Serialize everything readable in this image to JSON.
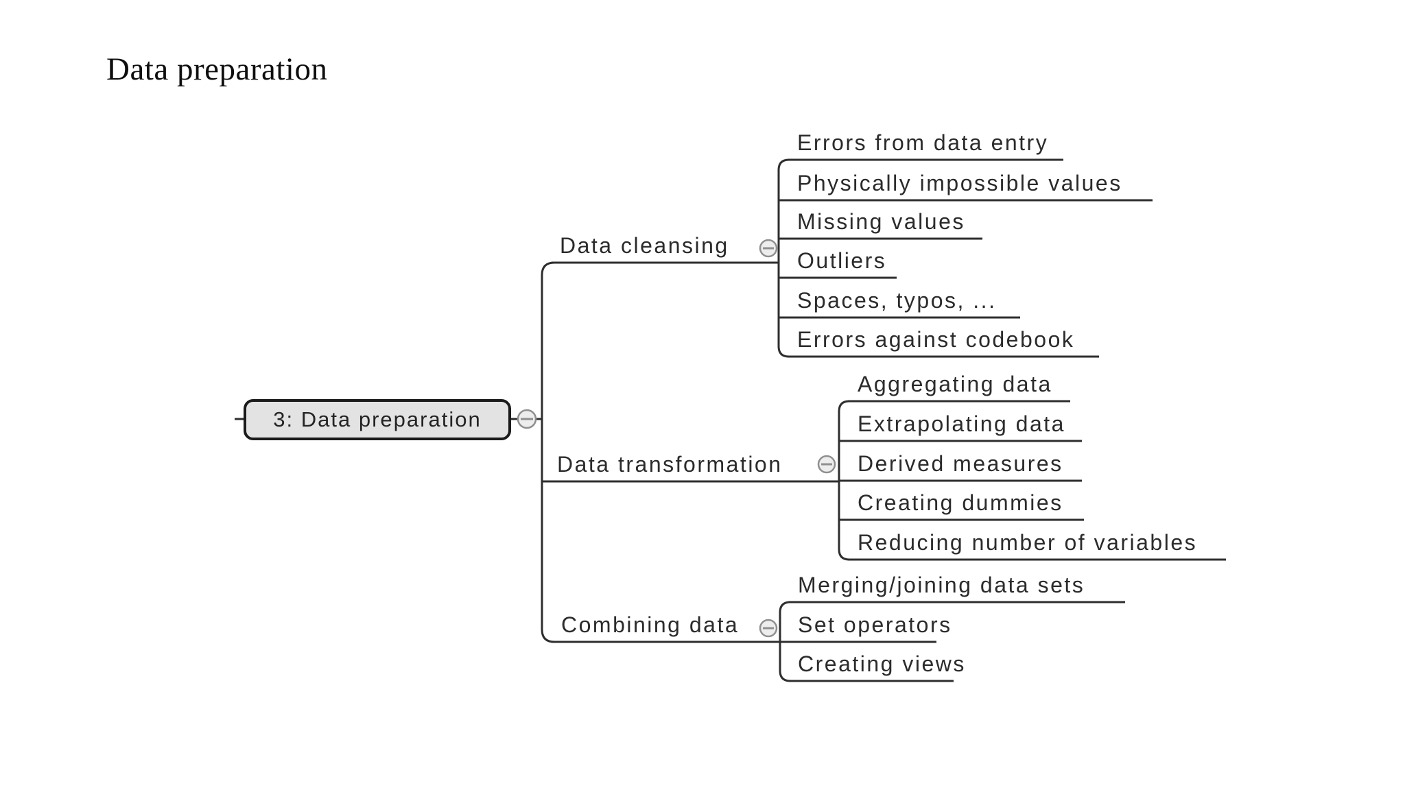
{
  "slide": {
    "title": "Data preparation"
  },
  "mindmap": {
    "root": {
      "label": "3: Data preparation"
    },
    "branches": [
      {
        "label": "Data cleansing",
        "collapse_icon": "minus-circle",
        "children": [
          "Errors from data entry",
          "Physically impossible values",
          "Missing values",
          "Outliers",
          "Spaces, typos, ...",
          "Errors against codebook"
        ]
      },
      {
        "label": "Data transformation",
        "collapse_icon": "minus-circle",
        "children": [
          "Aggregating data",
          "Extrapolating data",
          "Derived measures",
          "Creating dummies",
          "Reducing number of variables"
        ]
      },
      {
        "label": "Combining data",
        "collapse_icon": "minus-circle",
        "children": [
          "Merging/joining data sets",
          "Set operators",
          "Creating views"
        ]
      }
    ],
    "colors": {
      "line": "#2e2e2e",
      "root_fill": "#e3e3e3",
      "root_border": "#1b1b1b",
      "icon_fill": "#ededed",
      "icon_stroke": "#8f8f8f",
      "text": "#2b2b2b",
      "background": "#ffffff"
    }
  }
}
